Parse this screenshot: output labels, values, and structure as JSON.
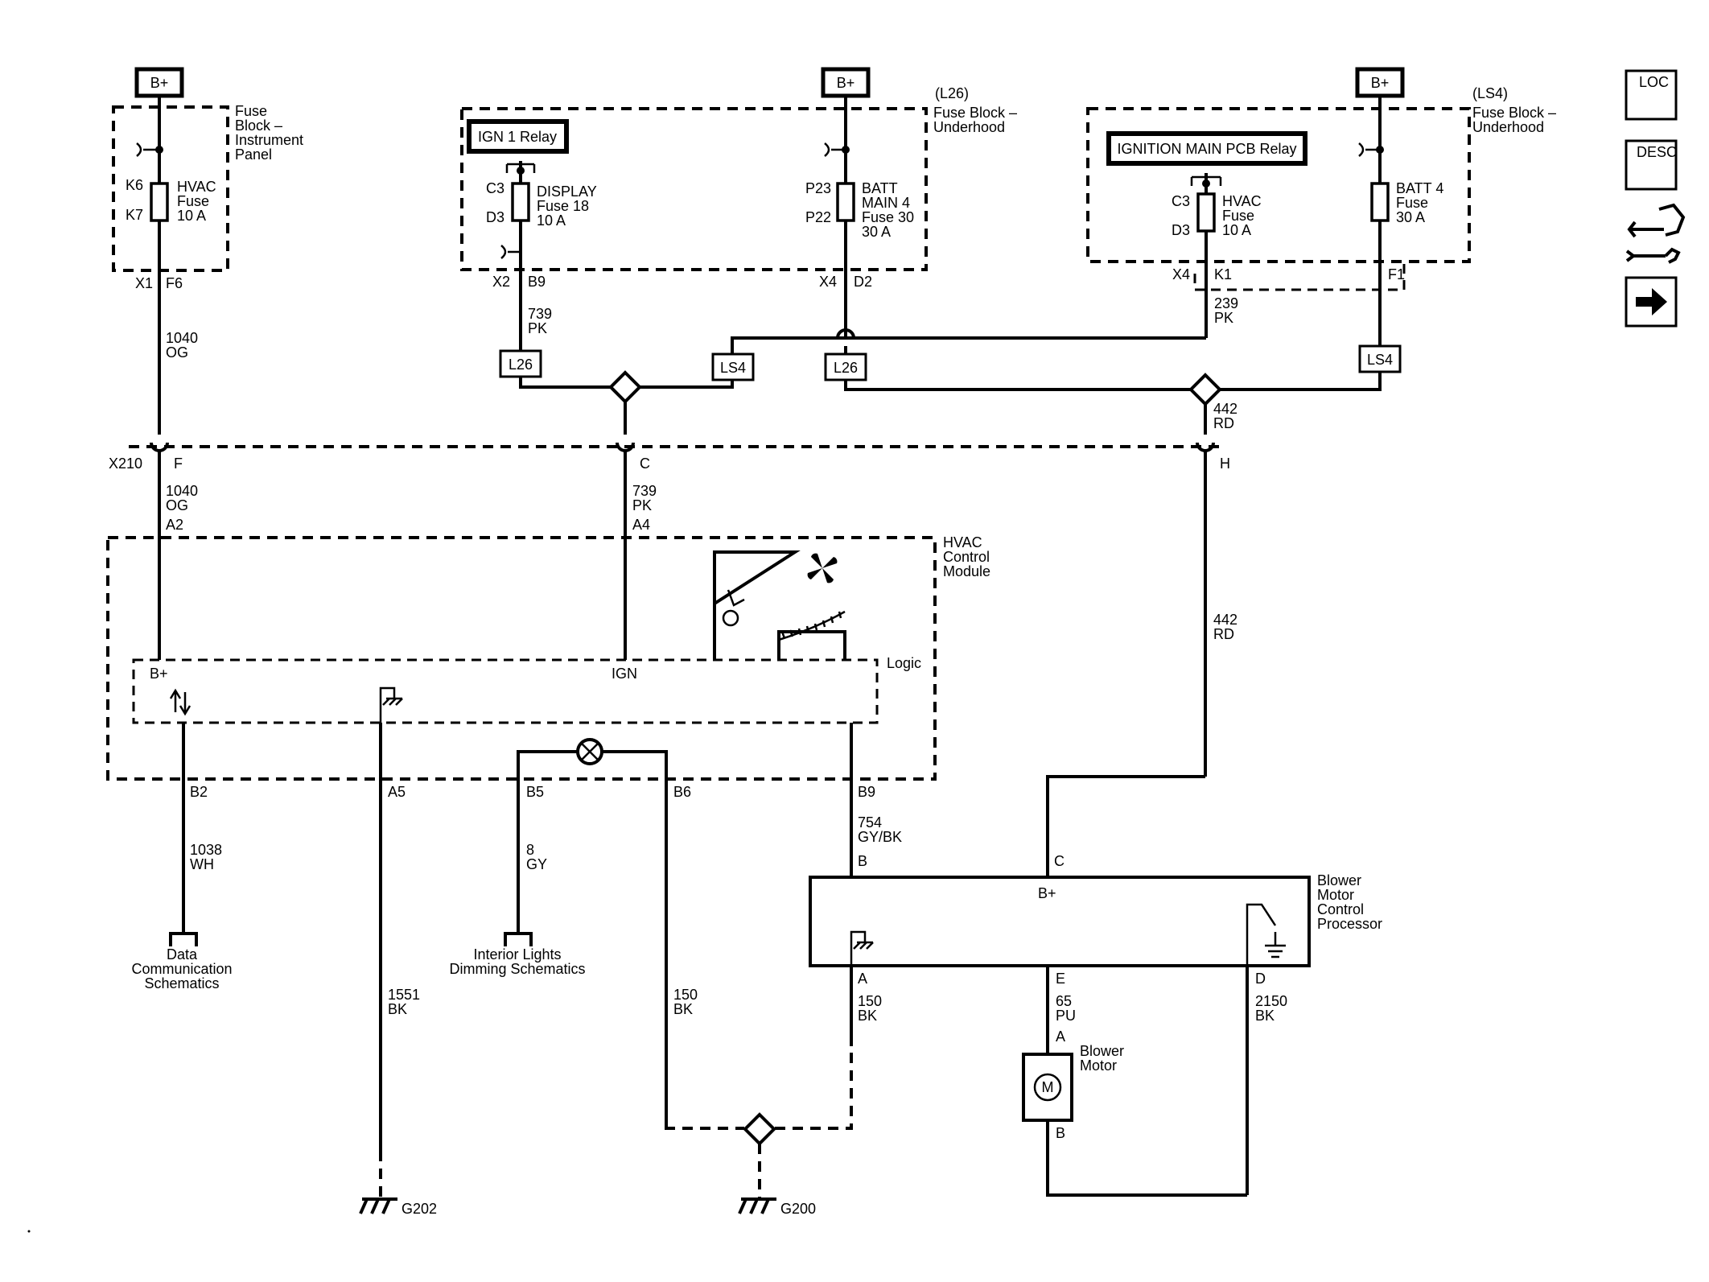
{
  "bplus": "B+",
  "fuse_blocks": {
    "ip": {
      "label": [
        "Fuse",
        "Block –",
        "Instrument",
        "Panel"
      ],
      "fuse": [
        "HVAC",
        "Fuse",
        "10 A"
      ],
      "pins_top": "K6",
      "pins_bot": "K7",
      "out_conn": "X1",
      "out_pin": "F6"
    },
    "l26": {
      "tag": "(L26)",
      "label": [
        "Fuse Block –",
        "Underhood"
      ],
      "relay": "IGN 1 Relay",
      "display_fuse": [
        "DISPLAY",
        "Fuse 18",
        "10 A"
      ],
      "display_pins": [
        "C3",
        "D3"
      ],
      "display_conn": "X2",
      "display_pin": "B9",
      "batt_fuse": [
        "BATT",
        "MAIN 4",
        "Fuse 30",
        "30 A"
      ],
      "batt_pins": [
        "P23",
        "P22"
      ],
      "batt_conn": "X4",
      "batt_pin": "D2"
    },
    "ls4": {
      "tag": "(LS4)",
      "label": [
        "Fuse Block –",
        "Underhood"
      ],
      "relay": "IGNITION MAIN PCB Relay",
      "hvac_fuse": [
        "HVAC",
        "Fuse",
        "10 A"
      ],
      "hvac_pins": [
        "C3",
        "D3"
      ],
      "hvac_conn": "X4",
      "hvac_pin": "K1",
      "batt_fuse": [
        "BATT 4",
        "Fuse",
        "30 A"
      ],
      "batt_pin": "F1"
    }
  },
  "options": {
    "l26": "L26",
    "ls4": "LS4"
  },
  "wires": {
    "w1040": [
      "1040",
      "OG"
    ],
    "w739": [
      "739",
      "PK"
    ],
    "w239": [
      "239",
      "PK"
    ],
    "w442": [
      "442",
      "RD"
    ],
    "w1038": [
      "1038",
      "WH"
    ],
    "w1551": [
      "1551",
      "BK"
    ],
    "w8": [
      "8",
      "GY"
    ],
    "w150": [
      "150",
      "BK"
    ],
    "w754": [
      "754",
      "GY/BK"
    ],
    "w65": [
      "65",
      "PU"
    ],
    "w2150": [
      "2150",
      "BK"
    ]
  },
  "x210": {
    "name": "X210",
    "pins": [
      "F",
      "C",
      "H"
    ]
  },
  "hvac_module": {
    "label": [
      "HVAC",
      "Control",
      "Module"
    ],
    "logic": "Logic",
    "bplus": "B+",
    "ign": "IGN",
    "top_pins": [
      "A2",
      "A4"
    ],
    "bottom_pins": [
      "B2",
      "A5",
      "B5",
      "B6",
      "B9"
    ]
  },
  "destinations": {
    "data_comm": [
      "Data",
      "Communication",
      "Schematics"
    ],
    "interior": [
      "Interior Lights",
      "Dimming Schematics"
    ]
  },
  "blower_processor": {
    "label": [
      "Blower",
      "Motor",
      "Control",
      "Processor"
    ],
    "bplus": "B+",
    "pins": [
      "B",
      "C",
      "A",
      "E",
      "D"
    ]
  },
  "blower_motor": {
    "label": [
      "Blower",
      "Motor"
    ],
    "symbol": "M",
    "pins": [
      "A",
      "B"
    ]
  },
  "grounds": [
    "G202",
    "G200"
  ],
  "nav": [
    "LOC",
    "DESC"
  ],
  "icons": [
    "loc-icon",
    "desc-icon",
    "component-wrench-icon",
    "next-arrow-icon",
    "fan-icon",
    "lamp-icon",
    "ground-icon",
    "motor-icon"
  ]
}
